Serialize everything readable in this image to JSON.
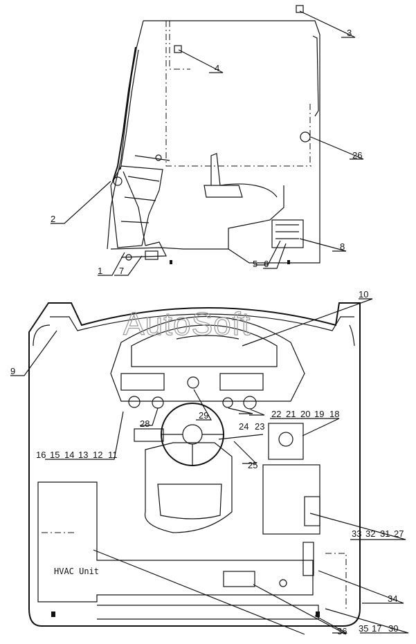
{
  "watermark": "AutoSoft",
  "hvac_label": "HVAC Unit",
  "callouts": [
    {
      "id": "c1",
      "text": "1"
    },
    {
      "id": "c2",
      "text": "2"
    },
    {
      "id": "c3",
      "text": "3"
    },
    {
      "id": "c4",
      "text": "4"
    },
    {
      "id": "c5",
      "text": "5"
    },
    {
      "id": "c6",
      "text": "6"
    },
    {
      "id": "c7",
      "text": "7"
    },
    {
      "id": "c8",
      "text": "8"
    },
    {
      "id": "c9",
      "text": "9"
    },
    {
      "id": "c10",
      "text": "10"
    },
    {
      "id": "c11",
      "text": "11"
    },
    {
      "id": "c12",
      "text": "12"
    },
    {
      "id": "c13",
      "text": "13"
    },
    {
      "id": "c14",
      "text": "14"
    },
    {
      "id": "c15",
      "text": "15"
    },
    {
      "id": "c16",
      "text": "16"
    },
    {
      "id": "c17",
      "text": "17"
    },
    {
      "id": "c18",
      "text": "18"
    },
    {
      "id": "c19",
      "text": "19"
    },
    {
      "id": "c20",
      "text": "20"
    },
    {
      "id": "c21",
      "text": "21"
    },
    {
      "id": "c22",
      "text": "22"
    },
    {
      "id": "c23",
      "text": "23"
    },
    {
      "id": "c24",
      "text": "24"
    },
    {
      "id": "c25",
      "text": "25"
    },
    {
      "id": "c26",
      "text": "26"
    },
    {
      "id": "c27",
      "text": "27"
    },
    {
      "id": "c28",
      "text": "28"
    },
    {
      "id": "c29",
      "text": "29"
    },
    {
      "id": "c30",
      "text": "30"
    },
    {
      "id": "c31",
      "text": "31"
    },
    {
      "id": "c32",
      "text": "32"
    },
    {
      "id": "c33",
      "text": "33"
    },
    {
      "id": "c34",
      "text": "34"
    },
    {
      "id": "c35",
      "text": "35"
    },
    {
      "id": "c36",
      "text": "36"
    }
  ]
}
